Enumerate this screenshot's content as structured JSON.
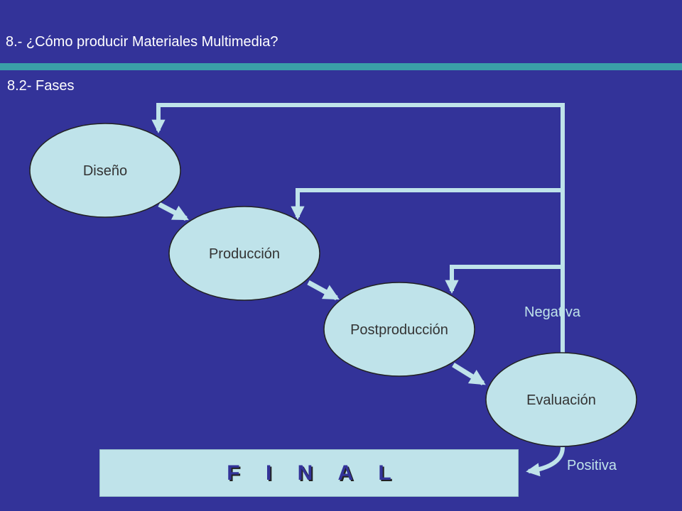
{
  "slide": {
    "title": "8.- ¿Cómo producir Materiales Multimedia?",
    "subtitle": "8.2- Fases"
  },
  "diagram": {
    "nodes": {
      "diseno": "Diseño",
      "produccion": "Producción",
      "postproduccion": "Postproducción",
      "evaluacion": "Evaluación"
    },
    "labels": {
      "negativa": "Negativa",
      "positiva": "Positiva"
    },
    "final": "F I N A L"
  },
  "colors": {
    "background": "#333399",
    "node_fill": "#bfe3ea",
    "arrow": "#bfe3ea",
    "divider": "#3aa0a8"
  }
}
